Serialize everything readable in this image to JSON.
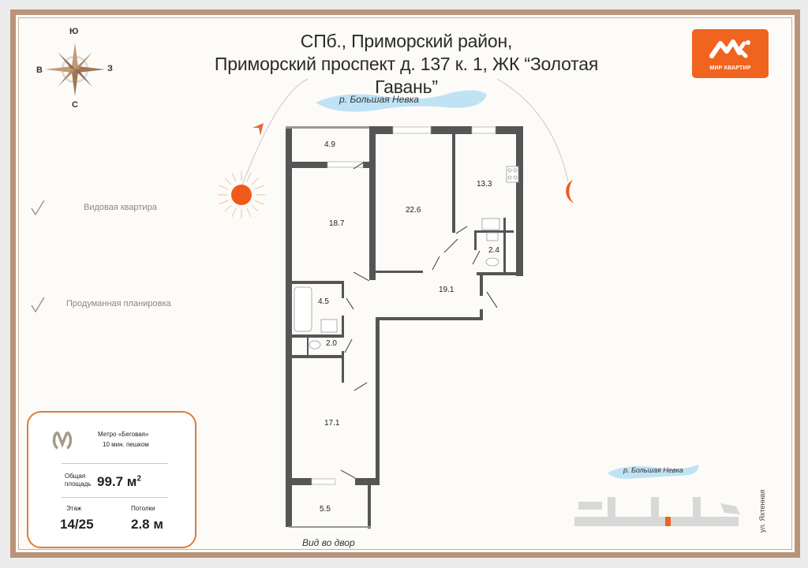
{
  "header": {
    "address_line1": "СПб., Приморский район,",
    "address_line2": "Приморский проспект д. 137 к. 1, ЖК “Золотая Гавань”"
  },
  "compass": {
    "top": "Ю",
    "left": "В",
    "right": "З",
    "bottom": "С"
  },
  "logo": {
    "text": "МИР КВАРТИР",
    "color": "#f0641f"
  },
  "river_top": "р. Большая Невка",
  "features": [
    {
      "icon": "check-icon",
      "label": "Видовая квартира"
    },
    {
      "icon": "check-icon",
      "label": "Продуманная планировка"
    }
  ],
  "rooms": {
    "balcony_top": "4.9",
    "room_left": "18.7",
    "room_middle": "22.6",
    "kitchen": "13.3",
    "wc_small": "2.4",
    "hall": "19.1",
    "bathroom": "4.5",
    "wc": "2.0",
    "room_bottom": "17.1",
    "balcony_bottom": "5.5"
  },
  "view_label": "Вид во двор",
  "info_card": {
    "metro_name": "Метро «Беговая»",
    "metro_distance": "10 мин. пешком",
    "area_label_1": "Общая",
    "area_label_2": "площадь",
    "area_value": "99.7 м",
    "area_unit_sup": "2",
    "floor_label": "Этаж",
    "floor_value": "14/25",
    "ceiling_label": "Потолки",
    "ceiling_value": "2.8 м"
  },
  "site_plan": {
    "river_label": "р. Большая Невка",
    "street_label": "ул. Яхтенная",
    "highlight_color": "#f0641f"
  },
  "colors": {
    "accent": "#f0641f",
    "frame": "#b99479",
    "wall": "#555555",
    "card_border": "#d97d3c",
    "river": "#a8d8f0"
  }
}
